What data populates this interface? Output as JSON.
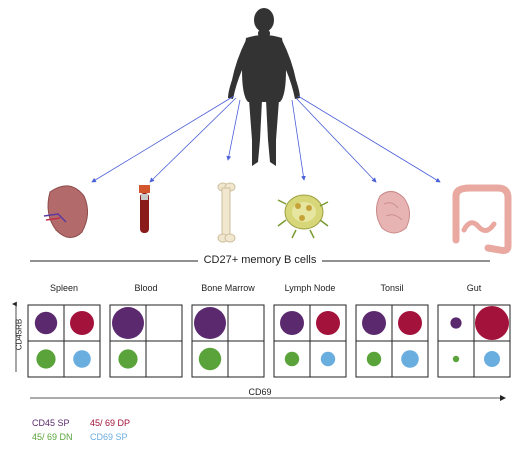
{
  "title": "CD27+ memory B cells",
  "x_axis_label": "CD69",
  "y_axis_label": "CD45RB",
  "tissues": [
    {
      "name": "Spleen",
      "icon": "spleen-icon",
      "circles": {
        "cd45_sp": 0.7,
        "dp_45_69": 0.75,
        "dn_45_69": 0.6,
        "cd69_sp": 0.55
      }
    },
    {
      "name": "Blood",
      "icon": "blood-tube-icon",
      "circles": {
        "cd45_sp": 1.0,
        "dp_45_69": 0,
        "dn_45_69": 0.6,
        "cd69_sp": 0
      }
    },
    {
      "name": "Bone Marrow",
      "icon": "bone-icon",
      "circles": {
        "cd45_sp": 1.0,
        "dp_45_69": 0,
        "dn_45_69": 0.7,
        "cd69_sp": 0
      }
    },
    {
      "name": "Lymph Node",
      "icon": "lymph-node-icon",
      "circles": {
        "cd45_sp": 0.75,
        "dp_45_69": 0.75,
        "dn_45_69": 0.45,
        "cd69_sp": 0.45
      }
    },
    {
      "name": "Tonsil",
      "icon": "tonsil-icon",
      "circles": {
        "cd45_sp": 0.75,
        "dp_45_69": 0.75,
        "dn_45_69": 0.45,
        "cd69_sp": 0.55
      }
    },
    {
      "name": "Gut",
      "icon": "gut-icon",
      "circles": {
        "cd45_sp": 0.35,
        "dp_45_69": 1.1,
        "dn_45_69": 0.2,
        "cd69_sp": 0.5
      }
    }
  ],
  "legend": [
    {
      "key": "cd45_sp",
      "label": "CD45 SP",
      "color": "#5b2a6e"
    },
    {
      "key": "dp_45_69",
      "label": "45/ 69 DP",
      "color": "#a3123a"
    },
    {
      "key": "dn_45_69",
      "label": "45/ 69 DN",
      "color": "#5aa33a"
    },
    {
      "key": "cd69_sp",
      "label": "CD69 SP",
      "color": "#6aaee0"
    }
  ],
  "colors": {
    "arrow": "#4a5fd8",
    "human": "#333333"
  }
}
